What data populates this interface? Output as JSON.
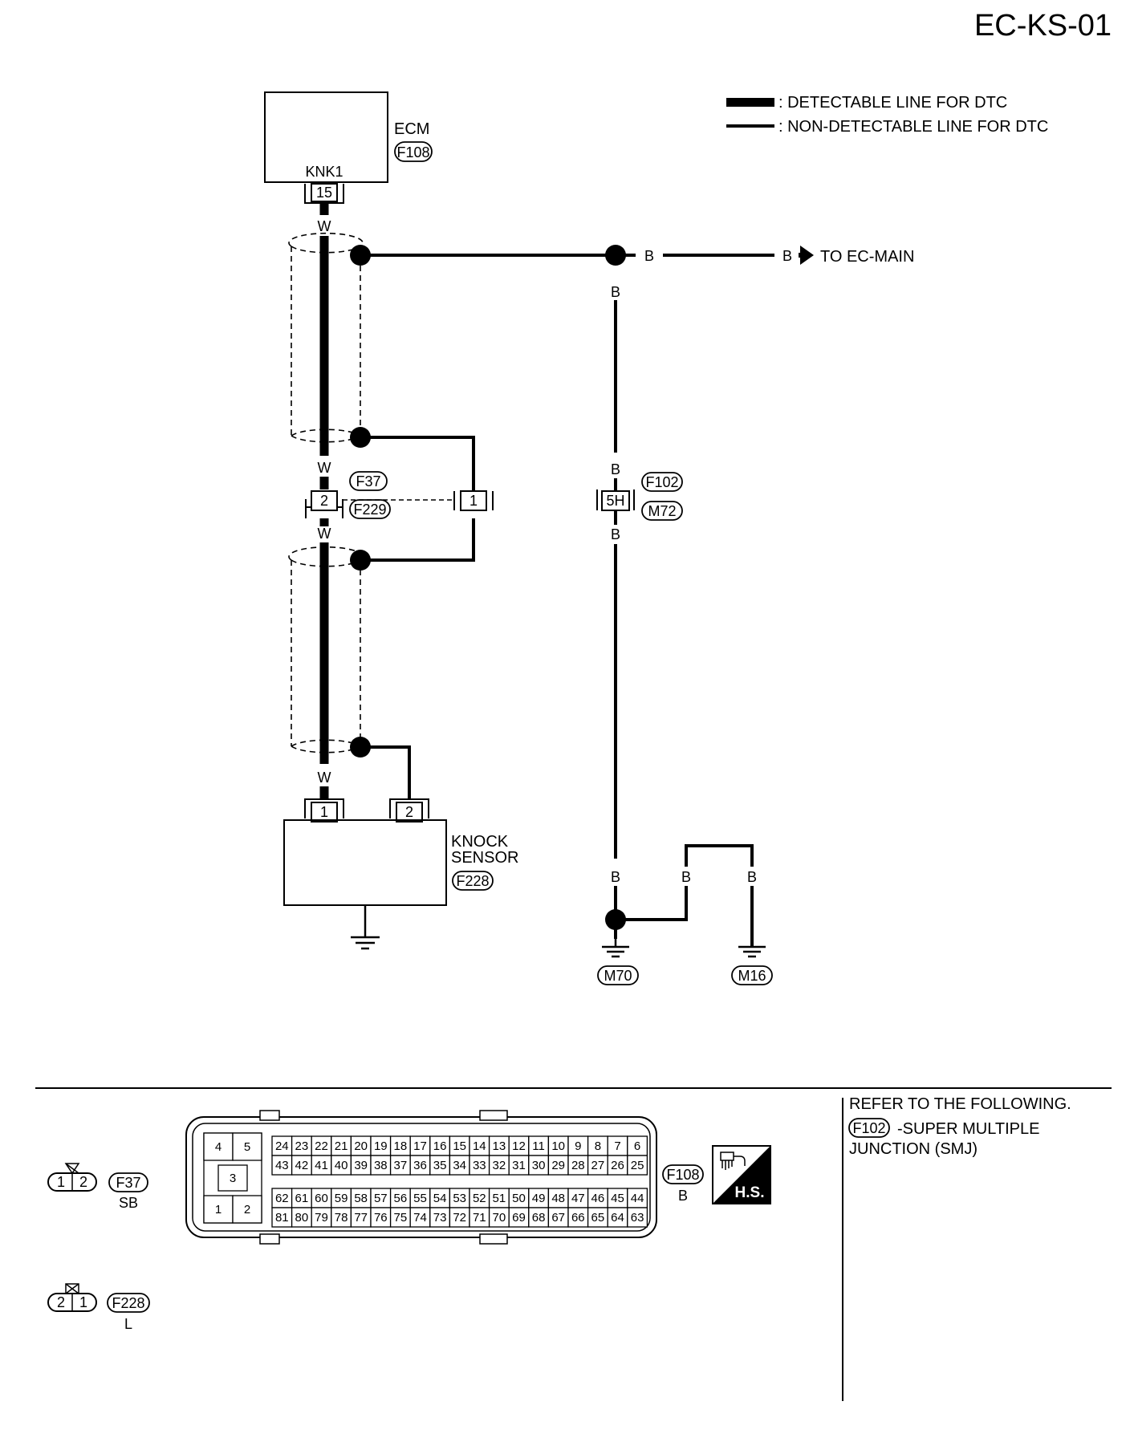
{
  "page_code": "EC-KS-01",
  "legend": {
    "detectable": ": DETECTABLE LINE FOR DTC",
    "non_detectable": ": NON-DETECTABLE LINE FOR DTC"
  },
  "ecm": {
    "name": "ECM",
    "connector": "F108",
    "terminal_name": "KNK1",
    "terminal": "15"
  },
  "wire_colors": {
    "w": "W",
    "b": "B"
  },
  "to_ec_main": "TO EC-MAIN",
  "joint1": {
    "conn_a": "F37",
    "conn_b": "F229",
    "pin_shield": "1",
    "pin_signal": "2"
  },
  "joint2": {
    "conn_a": "F102",
    "conn_b": "M72",
    "pin": "5H"
  },
  "knock_sensor": {
    "name_line1": "KNOCK",
    "name_line2": "SENSOR",
    "connector": "F228",
    "pin1": "1",
    "pin2": "2"
  },
  "grounds": {
    "g1": "M70",
    "g2": "M16"
  },
  "connector_views": {
    "f37": {
      "id": "F37",
      "color": "SB",
      "pins": [
        "1",
        "2"
      ]
    },
    "f228": {
      "id": "F228",
      "color": "L",
      "pins": [
        "2",
        "1"
      ]
    },
    "f108": {
      "id": "F108",
      "color": "B",
      "small_block": [
        "4",
        "5",
        "3",
        "1",
        "2"
      ],
      "row1": [
        "24",
        "23",
        "22",
        "21",
        "20",
        "19",
        "18",
        "17",
        "16",
        "15",
        "14",
        "13",
        "12",
        "11",
        "10",
        "9",
        "8",
        "7",
        "6"
      ],
      "row2": [
        "43",
        "42",
        "41",
        "40",
        "39",
        "38",
        "37",
        "36",
        "35",
        "34",
        "33",
        "32",
        "31",
        "30",
        "29",
        "28",
        "27",
        "26",
        "25"
      ],
      "row3": [
        "62",
        "61",
        "60",
        "59",
        "58",
        "57",
        "56",
        "55",
        "54",
        "53",
        "52",
        "51",
        "50",
        "49",
        "48",
        "47",
        "46",
        "45",
        "44"
      ],
      "row4": [
        "81",
        "80",
        "79",
        "78",
        "77",
        "76",
        "75",
        "74",
        "73",
        "72",
        "71",
        "70",
        "69",
        "68",
        "67",
        "66",
        "65",
        "64",
        "63"
      ]
    }
  },
  "hs_label": "H.S.",
  "refer": {
    "line1": "REFER TO THE FOLLOWING.",
    "connector": "F102",
    "line2": "-SUPER MULTIPLE",
    "line3": "JUNCTION (SMJ)"
  },
  "colors": {
    "ink": "#000000",
    "paper": "#ffffff"
  }
}
